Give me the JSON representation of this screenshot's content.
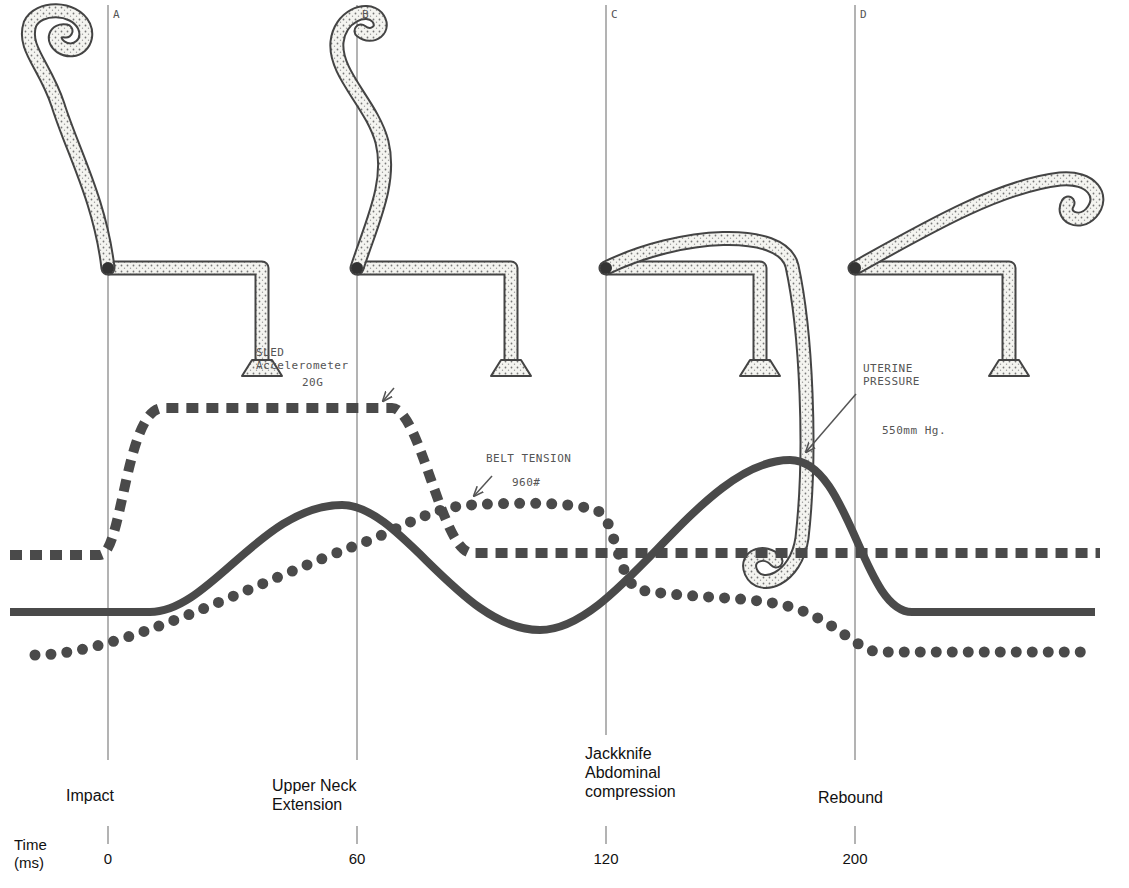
{
  "diagram": {
    "labels": [
      "A",
      "B",
      "C",
      "D",
      "SLED Accelerometer",
      "20G",
      "BELT TENSION",
      "960#",
      "UTERINE PRESSURE",
      "550mm Hg.",
      "Impact",
      "Upper Neck Extension",
      "Jackknife Abdominal compression",
      "Rebound",
      "Time (ms)",
      "0",
      "60",
      "120",
      "200"
    ]
  }
}
